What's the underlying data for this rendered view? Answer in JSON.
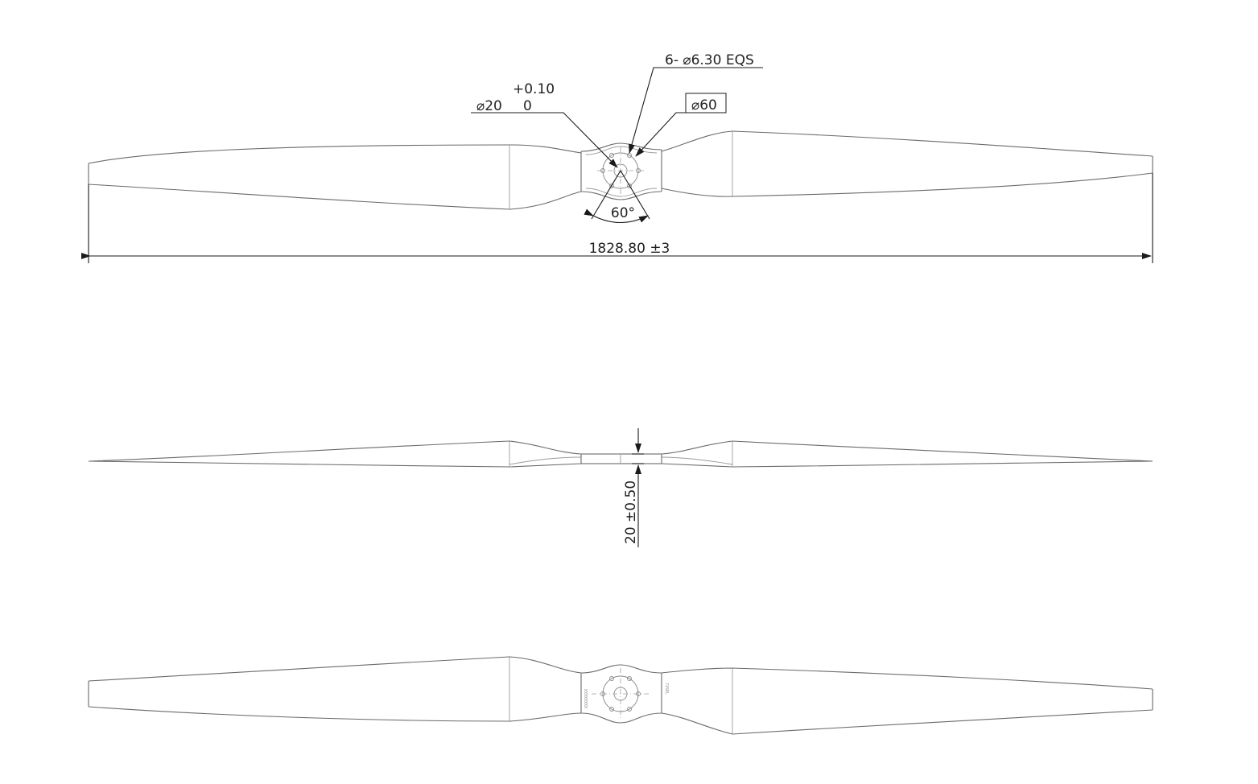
{
  "top_view": {
    "overall_length": "1828.80 ±3",
    "bore_tol_upper": "+0.10",
    "bore_diameter": "⌀20",
    "bore_tol_lower": "0",
    "bolt_holes": "6- ⌀6.30 EQS",
    "pitch_circle": "⌀60",
    "hole_angle": "60°"
  },
  "side_view": {
    "hub_thickness": "20 ±0.50"
  },
  "bottom_view": {
    "left_engraving": "XXXXXXXX",
    "right_engraving": "72SEL"
  }
}
